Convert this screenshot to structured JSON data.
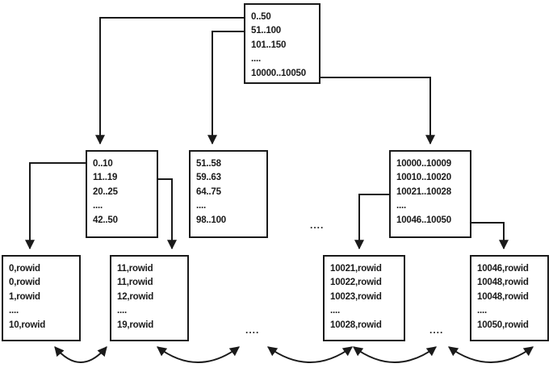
{
  "root": {
    "rows": [
      "0..50",
      "51..100",
      "101..150",
      "....",
      "10000..10050"
    ]
  },
  "branches": [
    {
      "rows": [
        "0..10",
        "11..19",
        "20..25",
        "....",
        "42..50"
      ]
    },
    {
      "rows": [
        "51..58",
        "59..63",
        "64..75",
        "....",
        "98..100"
      ]
    },
    {
      "rows": [
        "10000..10009",
        "10010..10020",
        "10021..10028",
        "....",
        "10046..10050"
      ]
    }
  ],
  "leaves": [
    {
      "rows": [
        "0,rowid",
        "0,rowid",
        "1,rowid",
        "....",
        "10,rowid"
      ]
    },
    {
      "rows": [
        "11,rowid",
        "11,rowid",
        "12,rowid",
        "....",
        "19,rowid"
      ]
    },
    {
      "rows": [
        "10021,rowid",
        "10022,rowid",
        "10023,rowid",
        "....",
        "10028,rowid"
      ]
    },
    {
      "rows": [
        "10046,rowid",
        "10048,rowid",
        "10048,rowid",
        "....",
        "10050,rowid"
      ]
    }
  ],
  "ellipsis": {
    "branch_gap": "....",
    "leaf_gap_left": "....",
    "leaf_gap_right": "...."
  }
}
